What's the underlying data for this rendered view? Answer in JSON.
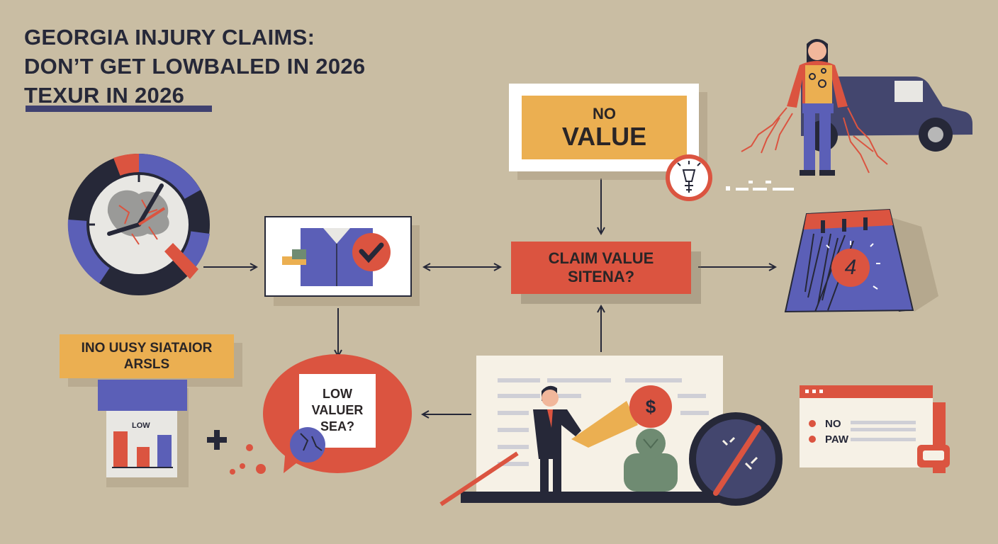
{
  "header": {
    "title_line1": "GEORGIA INJURY CLAIMS:",
    "title_line2": "DON’T GET LOWBALED IN 2026",
    "title_line3": "TEXUR IN 2026"
  },
  "boxes": {
    "no_value": {
      "line1": "NO",
      "line2": "VALUE"
    },
    "claim_value": {
      "line1": "CLAIM VALUE",
      "line2": "SITENA?"
    },
    "low_value": {
      "line1": "LOW",
      "line2": "VALUER",
      "line3": "SEA?"
    },
    "yellow_banner": {
      "line1": "INO UUSY SIATAIOR",
      "line2": "ARSLS"
    },
    "low_chart_label": "LOW",
    "calendar_number": "4",
    "dollar_sign": "$",
    "plus_sign": "+"
  },
  "payment_card": {
    "item1": "NO",
    "item2": "PAW"
  },
  "colors": {
    "background": "#c9bda3",
    "navy": "#262838",
    "indigo": "#5b5fb7",
    "red": "#db5440",
    "yellow": "#ebaf51",
    "cream": "#f6f1e6",
    "sage": "#6f8b72"
  },
  "icons": [
    "clock-icon",
    "document-check-icon",
    "bulb-badge-icon",
    "injured-person-icon",
    "vehicle-icon",
    "calendar-icon",
    "speech-bubble-icon",
    "bar-chart-icon",
    "businessman-icon",
    "dollar-badge-icon",
    "magnifier-icon",
    "payment-card-icon",
    "arrow-icon"
  ]
}
